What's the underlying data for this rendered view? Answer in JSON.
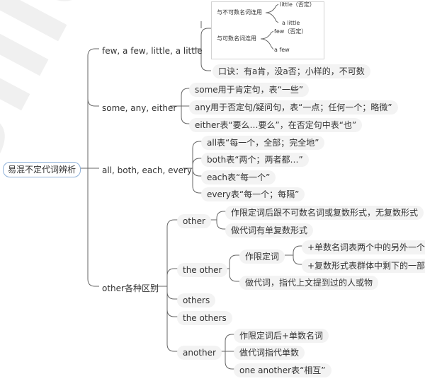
{
  "watermark": "Siller",
  "root": "易混不定代词辨析",
  "branches": {
    "few": {
      "label": "few, a few, little, a little",
      "uncount": {
        "label": "与不可数名词连用",
        "little": "little（否定）",
        "a_little": "a little"
      },
      "count": {
        "label": "与可数名词连用",
        "few": "few（否定）",
        "a_few": "a few"
      },
      "rhyme": "口诀：有a肯，没a否；小样的，不可数"
    },
    "some": {
      "label": "some, any, either",
      "items": [
        "some用于肯定句，表“一些”",
        "any用于否定句/疑问句，表“一点；任何一个；略微”",
        "either表“要么…要么”，在否定句中表“也”"
      ]
    },
    "all": {
      "label": "all, both, each, every",
      "items": [
        "all表“每一个，全部；完全地”",
        "both表“两个；两者都…”",
        "each表“每一个”",
        "every表“每一个；每隔”"
      ]
    },
    "other": {
      "label": "other各种区别",
      "other": {
        "label": "other",
        "items": [
          "作限定词后跟不可数名词或复数形式，无复数形式",
          "做代词有单复数形式"
        ]
      },
      "the_other": {
        "label": "the other",
        "det": {
          "label": "作限定词",
          "items": [
            "+单数名词表两个中的另外一个",
            "+复数形式表群体中剩下的一部分"
          ]
        },
        "pron": "做代词，指代上文提到过的人或物"
      },
      "others": "others",
      "the_others": "the others",
      "another": {
        "label": "another",
        "items": [
          "作限定词后+单数名词",
          "做代词指代单数",
          "one another表“相互”"
        ]
      }
    }
  }
}
